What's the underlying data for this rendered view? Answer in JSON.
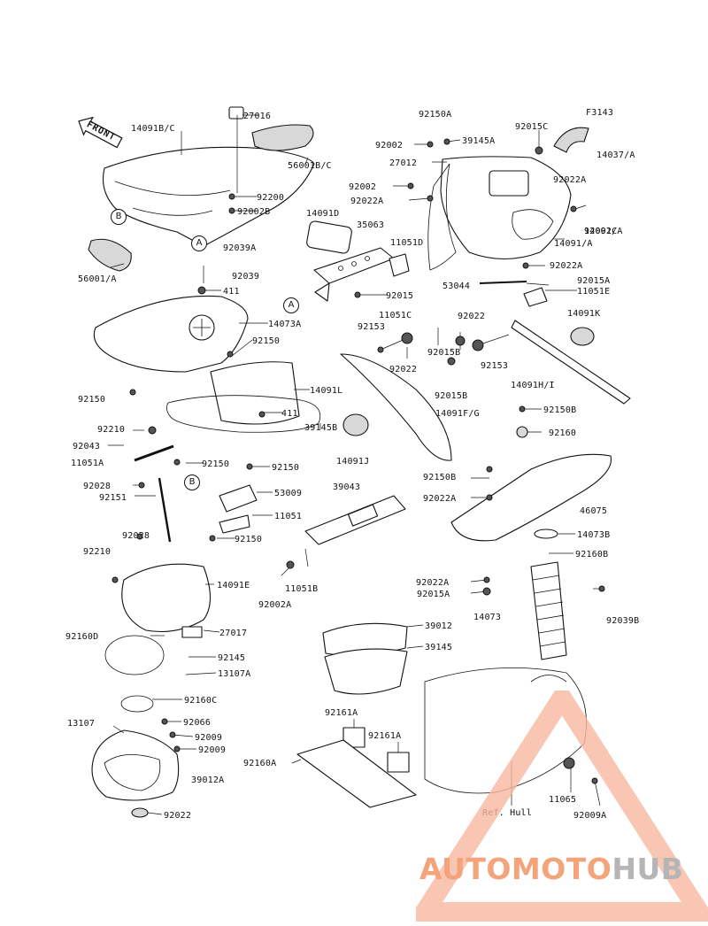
{
  "figure_code": "F3143",
  "front_label": "FRONT",
  "markers": {
    "a": "A",
    "b": "B"
  },
  "ref_hull": "Ref. Hull",
  "watermark": {
    "part1": "AUTOMOTO",
    "part2": "HUB",
    "color_accent": "#f3a47a",
    "color_grey": "#b5b5b5"
  },
  "part_numbers": [
    "27016",
    "14091B/C",
    "56001B/C",
    "92200",
    "92002B",
    "56001/A",
    "92039A",
    "14091D",
    "35063",
    "11051D",
    "92039",
    "411",
    "92015",
    "14073A",
    "11051C",
    "92150",
    "14091L",
    "92150A",
    "39145A",
    "92015C",
    "92002",
    "27012",
    "14037/A",
    "92022A",
    "92002C",
    "14091/A",
    "53044",
    "92015A",
    "11051E",
    "14091K",
    "92022",
    "92153",
    "92015B",
    "14091H/I",
    "14091F/G",
    "92150B",
    "92160",
    "14091J",
    "39145B",
    "92210",
    "92043",
    "11051A",
    "92028",
    "92151",
    "53009",
    "11051",
    "39043",
    "11051B",
    "92002A",
    "46075",
    "14073B",
    "92160B",
    "92015A",
    "14073",
    "92039B",
    "14091E",
    "27017",
    "92160D",
    "92145",
    "13107A",
    "39012",
    "39145",
    "92160C",
    "13107",
    "92066",
    "92009",
    "39012A",
    "92161A",
    "92160A",
    "11065",
    "92009A"
  ]
}
